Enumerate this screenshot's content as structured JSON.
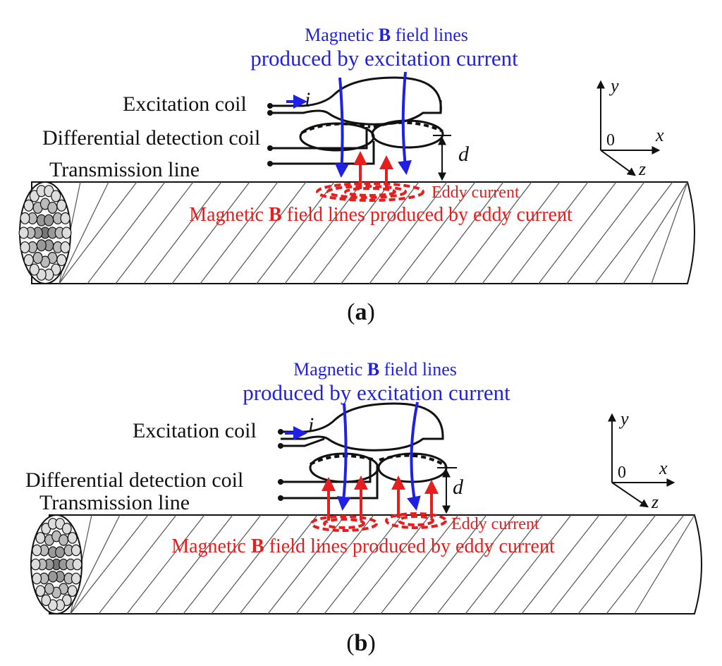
{
  "colors": {
    "excitation_field": "#1f1fe6",
    "eddy": "#e61e1e",
    "line": "#111111"
  },
  "panels": [
    {
      "id": "a",
      "caption_letter": "a",
      "excitation_field_line1_prefix": "Magnetic ",
      "excitation_field_line1_bold": "B",
      "excitation_field_line1_suffix": " field lines",
      "excitation_field_line2": "produced by excitation current",
      "excitation_coil_label": "Excitation coil",
      "current_symbol": "i",
      "detection_coil_label": "Differential detection coil",
      "transmission_line_label": "Transmission line",
      "distance_symbol": "d",
      "eddy_current_label": "Eddy current",
      "eddy_field_prefix": "Magnetic ",
      "eddy_field_bold": "B",
      "eddy_field_suffix": " field lines produced by eddy current",
      "axes": {
        "y": "y",
        "x": "x",
        "z": "z",
        "origin": "0"
      }
    },
    {
      "id": "b",
      "caption_letter": "b",
      "excitation_field_line1_prefix": "Magnetic ",
      "excitation_field_line1_bold": "B",
      "excitation_field_line1_suffix": " field lines",
      "excitation_field_line2": "produced by excitation current",
      "excitation_coil_label": "Excitation coil",
      "current_symbol": "i",
      "detection_coil_label": "Differential detection coil",
      "transmission_line_label": "Transmission line",
      "distance_symbol": "d",
      "eddy_current_label": "Eddy current",
      "eddy_field_prefix": "Magnetic ",
      "eddy_field_bold": "B",
      "eddy_field_suffix": " field lines produced by eddy current",
      "axes": {
        "y": "y",
        "x": "x",
        "z": "z",
        "origin": "0"
      }
    }
  ]
}
